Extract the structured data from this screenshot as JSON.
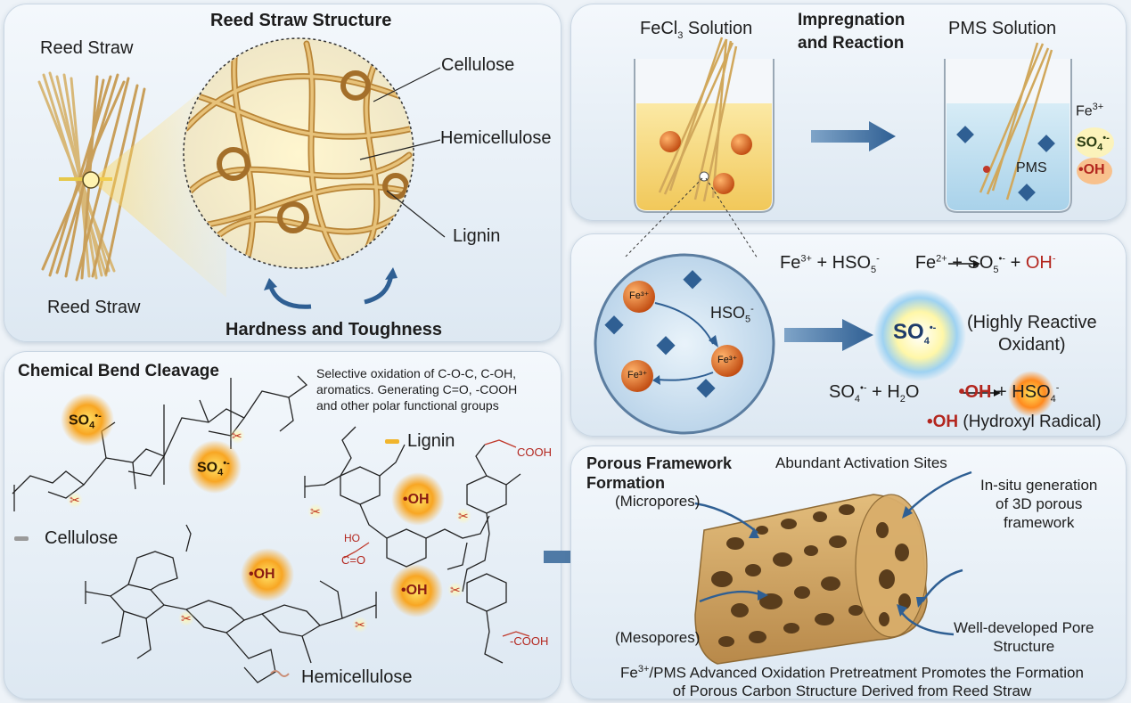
{
  "straw_panel": {
    "title": "Reed Straw Structure",
    "reed_straw_top": "Reed Straw",
    "reed_straw_bottom": "Reed Straw",
    "cellulose": "Cellulose",
    "hemicellulose": "Hemicellulose",
    "lignin": "Lignin",
    "hardness": "Hardness and Toughness"
  },
  "impregnation_panel": {
    "fecl3": "FeCl",
    "fecl3_sub": "3",
    "fecl3_tail": " Solution",
    "title_line1": "Impregnation",
    "title_line2": "and Reaction",
    "pms_solution": "PMS Solution",
    "fe3": "Fe",
    "fe3_sup": "3+",
    "so4": "SO",
    "so4_sub": "4",
    "so4_sup": "•-",
    "oh": "•OH",
    "pms": "PMS"
  },
  "reaction_panel": {
    "fe_a": "Fe³⁺",
    "fe_b": "Fe³⁺",
    "fe_c": "Fe³⁺",
    "hso5": "HSO",
    "hso5_sub": "5",
    "hso5_sup": "-",
    "eq1": {
      "a": "Fe",
      "a_sup": "3+",
      "b": " + HSO",
      "b_sub": "5",
      "b_sup": "-",
      "c": "Fe",
      "c_sup": "2+",
      "d": " + SO",
      "d_sub": "5",
      "d_sup": "•-",
      "e": " + ",
      "f": "OH",
      "f_sup": "-"
    },
    "so4_big": "SO",
    "so4_big_sub": "4",
    "so4_big_sup": "•-",
    "highly_line1": "(Highly Reactive",
    "highly_line2": "Oxidant)",
    "eq2": {
      "a": "SO",
      "a_sub": "4",
      "a_sup": "•-",
      "b": " + H",
      "b_sub": "2",
      "b_tail": "O",
      "c": "•OH",
      "d": " + HSO",
      "d_sub": "4",
      "d_sup": "-"
    },
    "hydroxyl_oh": "•OH",
    "hydroxyl_text": " (Hydroxyl Radical)"
  },
  "chemical_panel": {
    "title": "Chemical Bend Cleavage",
    "desc_line1": "Selective oxidation of C-O-C, C-OH,",
    "desc_line2": "aromatics. Generating C=O, -COOH",
    "desc_line3": "and other polar functional groups",
    "lignin_legend": "Lignin",
    "cellulose_legend": "Cellulose",
    "hemicellulose_legend": "Hemicellulose",
    "so4_a": "SO",
    "so4_b": "SO",
    "so4_sub": "4",
    "so4_sup": "•-",
    "oh": "•OH",
    "cooh_top": "COOH",
    "cooh_bottom": "-COOH",
    "ceo": "C=O",
    "ho": "HO"
  },
  "porous_panel": {
    "title_line1": "Porous Framework",
    "title_line2": "Formation",
    "abundant": "Abundant Activation Sites",
    "micropores": "(Micropores)",
    "mesopores": "(Mesopores)",
    "insitu_line1": "In-situ generation",
    "insitu_line2": "of 3D porous",
    "insitu_line3": "framework",
    "well_line1": "Well-developed Pore",
    "well_line2": "Structure",
    "caption_line1_sup": "3+",
    "caption_line1_a": "Fe",
    "caption_line1_b": "/PMS Advanced Oxidation Pretreatment Promotes the Formation",
    "caption_line2": "of Porous Carbon Structure Derived from Reed Straw"
  },
  "colors": {
    "accent_blue": "#2f5f93",
    "radical_orange": "#f19b1f",
    "cleavage_red": "#c0392b",
    "fiber_gold": "#d6a94f"
  }
}
